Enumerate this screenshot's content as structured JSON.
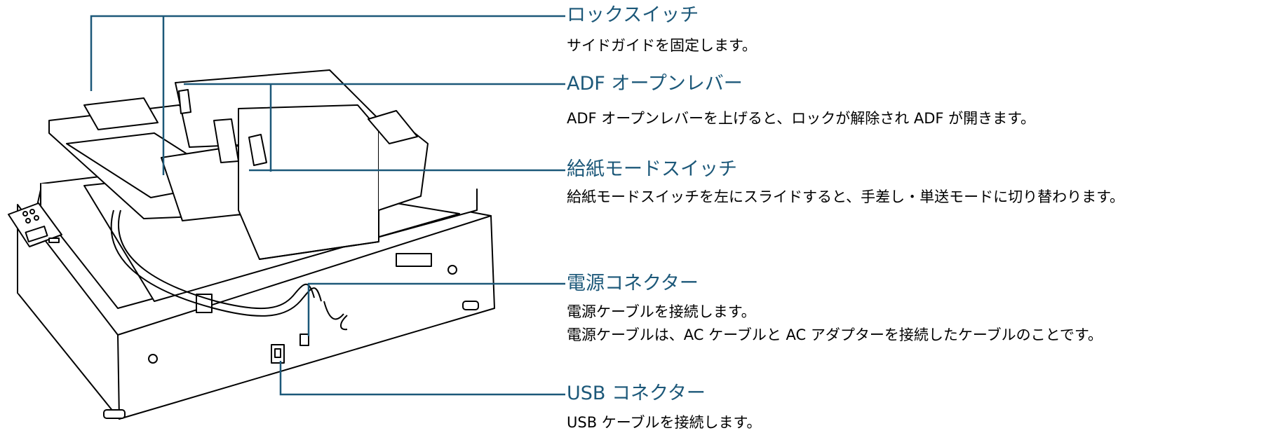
{
  "annotations": [
    {
      "title": "ロックスイッチ",
      "descriptions": [
        "サイドガイドを固定します。"
      ]
    },
    {
      "title": "ADF オープンレバー",
      "descriptions": [
        "ADF オープンレバーを上げると、ロックが解除され ADF が開きます。"
      ]
    },
    {
      "title": "給紙モードスイッチ",
      "descriptions": [
        "給紙モードスイッチを左にスライドすると、手差し・単送モードに切り替わります。"
      ]
    },
    {
      "title": "電源コネクター",
      "descriptions": [
        "電源ケーブルを接続します。",
        "電源ケーブルは、AC ケーブルと AC アダプターを接続したケーブルのことです。"
      ]
    },
    {
      "title": "USB コネクター",
      "descriptions": [
        "USB ケーブルを接続します。"
      ]
    }
  ],
  "colors": {
    "title": "#1c5879",
    "leader_line": "#1c5879",
    "text": "#000000",
    "illustration_stroke": "#000000"
  },
  "illustration": {
    "subject": "document scanner (rear view)",
    "icons": [
      "scanner-illustration"
    ]
  }
}
